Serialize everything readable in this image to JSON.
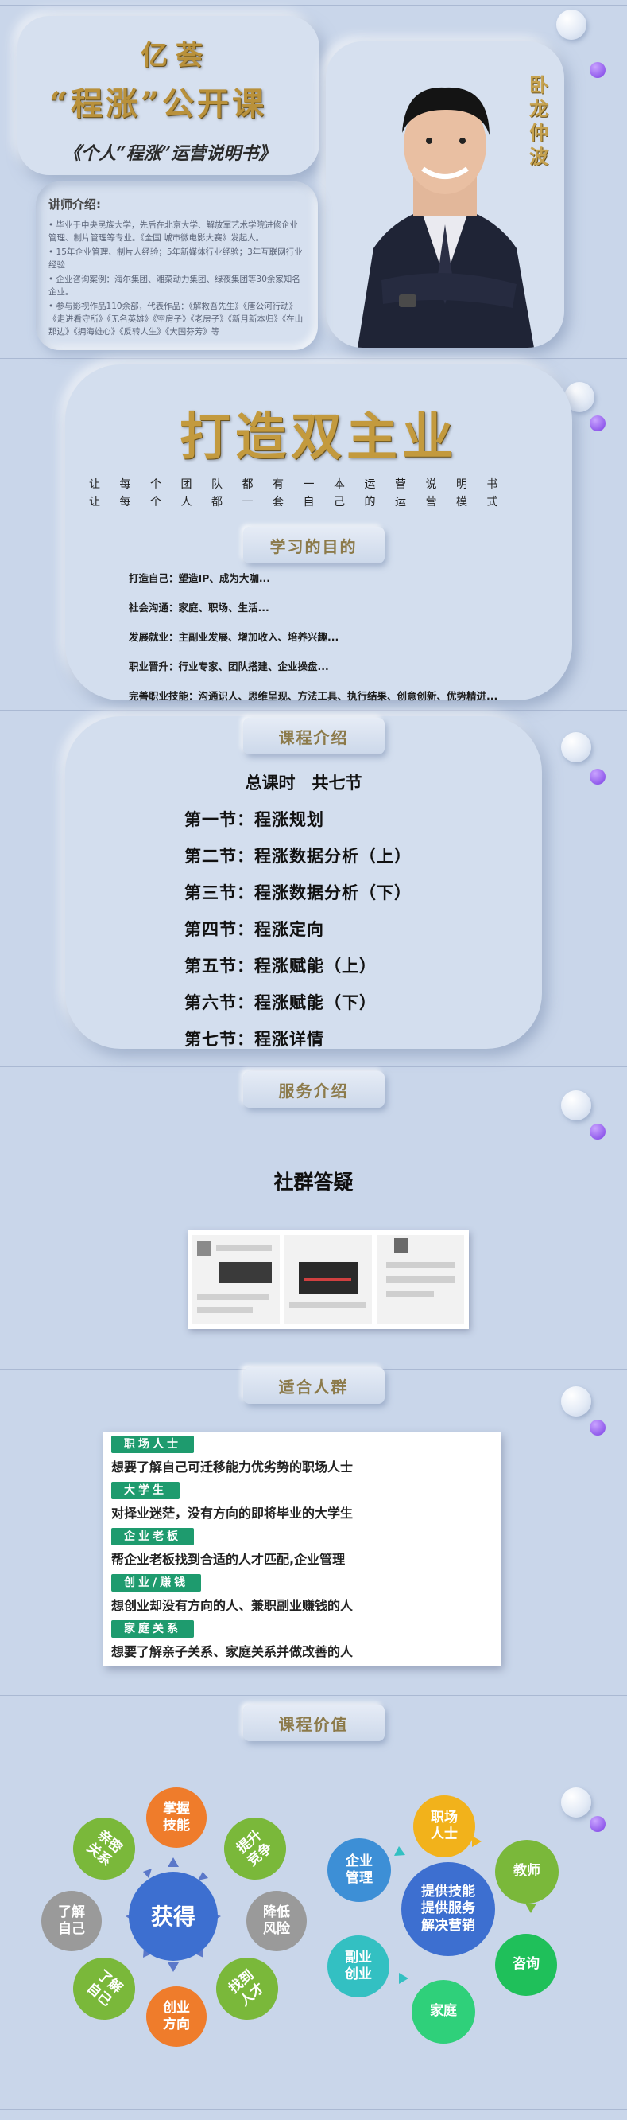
{
  "header": {
    "brand": "亿荟",
    "title": "“程涨”公开课",
    "subtitle": "《个人“程涨”运营说明书》",
    "teacher_name": "卧龙仲波",
    "intro_title": "讲师介绍:",
    "intro_items": [
      "毕业于中央民族大学，先后在北京大学、解放军艺术学院进修企业管理、制片管理等专业。《全国 城市微电影大赛》发起人。",
      "15年企业管理、制片人经验；5年新媒体行业经验；3年互联网行业经验",
      "企业咨询案例：海尔集团、湘菜动力集团、绿夜集团等30余家知名企业。",
      "参与影视作品110余部，代表作品：《解救吾先生》《唐公河行动》《走进看守所》《无名英雄》《空房子》《老房子》《新月新本归》《在山那边》《拥海雄心》《反转人生》《大国芬芳》等"
    ]
  },
  "dual": {
    "title": "打造双主业",
    "line1": "让每个团队都有一本运营说明书",
    "line2": "让每个人都一套自己的运营模式",
    "goal_label": "学习的目的",
    "goals": [
      "打造自己：塑造IP、成为大咖...",
      "社会沟通：家庭、职场、生活...",
      "发展就业：主副业发展、增加收入、培养兴趣...",
      "职业晋升：行业专家、团队搭建、企业操盘...",
      "完善职业技能：沟通识人、思维呈现、方法工具、执行结果、创意创新、优势精进..."
    ]
  },
  "course": {
    "label": "课程介绍",
    "total": "总课时　共七节",
    "lessons": [
      "第一节：程涨规划",
      "第二节：程涨数据分析（上）",
      "第三节：程涨数据分析（下）",
      "第四节：程涨定向",
      "第五节：程涨赋能（上）",
      "第六节：程涨赋能（下）",
      "第七节：程涨详情"
    ]
  },
  "service": {
    "label": "服务介绍",
    "title": "社群答疑"
  },
  "audience": {
    "label": "适合人群",
    "items": [
      {
        "tag": "职场人士",
        "desc": "想要了解自己可迁移能力优劣势的职场人士"
      },
      {
        "tag": "大学生",
        "desc": "对择业迷茫，没有方向的即将毕业的大学生"
      },
      {
        "tag": "企业老板",
        "desc": "帮企业老板找到合适的人才匹配,企业管理"
      },
      {
        "tag": "创业/赚钱",
        "desc": "想创业却没有方向的人、兼职副业赚钱的人"
      },
      {
        "tag": "家庭关系",
        "desc": "想要了解亲子关系、家庭关系并做改善的人"
      }
    ]
  },
  "value": {
    "label": "课程价值",
    "left_center": "获得",
    "left_items": [
      "掌握技能",
      "提升竞争",
      "降低风险",
      "找到人才",
      "创业方向",
      "了解自己",
      "了解自己",
      "亲密关系"
    ],
    "right_center": [
      "提供技能",
      "提供服务",
      "解决营销"
    ],
    "right_items": [
      "职场人士",
      "教师",
      "咨询",
      "家庭",
      "副业创业",
      "企业管理"
    ]
  },
  "colors": {
    "background": "#c9d6ea",
    "gold": "#b9913b",
    "accent_purple": "#7b3fe4",
    "audience_tag": "#1e9b6e"
  }
}
